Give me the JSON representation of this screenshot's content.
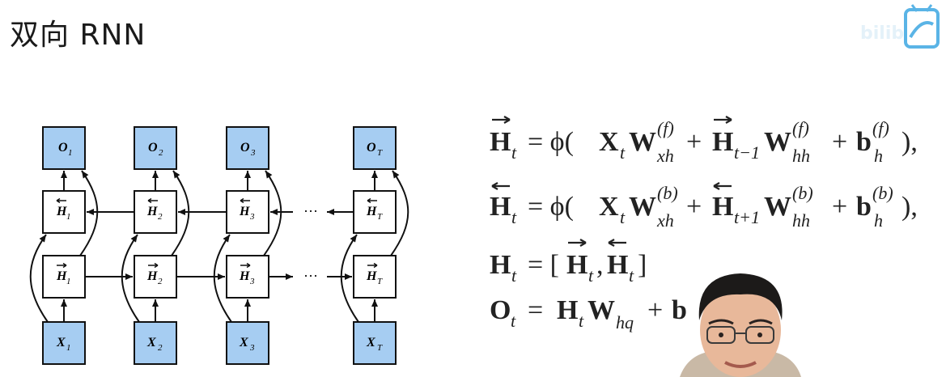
{
  "slide": {
    "title": "双向 RNN"
  },
  "watermark": {
    "brand": "bilibili",
    "icon": "bilibili-tv-icon",
    "accent": "#5ab4e6"
  },
  "diagram": {
    "steps": [
      {
        "o": "O",
        "o_sub": "1",
        "h": "H",
        "h_sub": "1",
        "x": "X",
        "x_sub": "1"
      },
      {
        "o": "O",
        "o_sub": "2",
        "h": "H",
        "h_sub": "2",
        "x": "X",
        "x_sub": "2"
      },
      {
        "o": "O",
        "o_sub": "3",
        "h": "H",
        "h_sub": "3",
        "x": "X",
        "x_sub": "3"
      },
      {
        "o": "O",
        "o_sub": "T",
        "h": "H",
        "h_sub": "T",
        "x": "X",
        "x_sub": "T"
      }
    ],
    "ellipsis": "···",
    "colors": {
      "io_box": "#a6cdf2",
      "hidden_box": "#ffffff",
      "stroke": "#111111"
    }
  },
  "formulas": {
    "eq1": {
      "lhs": "H",
      "lhs_sub": "t",
      "eq": "= ϕ(",
      "x": "X",
      "x_sub": "t",
      "w": "W",
      "w_sup": "(f)",
      "w_sub": "xh",
      "plus1": "+",
      "h": "H",
      "h_sub": "t−1",
      "w2": "W",
      "w2_sup": "(f)",
      "w2_sub": "hh",
      "plus2": "+",
      "b": "b",
      "b_sup": "(f)",
      "b_sub": "h",
      "end": "),",
      "arrow": "right"
    },
    "eq2": {
      "lhs": "H",
      "lhs_sub": "t",
      "eq": "= ϕ(",
      "x": "X",
      "x_sub": "t",
      "w": "W",
      "w_sup": "(b)",
      "w_sub": "xh",
      "plus1": "+",
      "h": "H",
      "h_sub": "t+1",
      "w2": "W",
      "w2_sup": "(b)",
      "w2_sub": "hh",
      "plus2": "+",
      "b": "b",
      "b_sup": "(b)",
      "b_sub": "h",
      "end": "),",
      "arrow": "left"
    },
    "eq3": {
      "lhs": "H",
      "lhs_sub": "t",
      "eq": "= [",
      "h1": "H",
      "h1_sub": "t",
      "comma": ",",
      "h2": "H",
      "h2_sub": "t",
      "end": "]"
    },
    "eq4": {
      "lhs": "O",
      "lhs_sub": "t",
      "eq": "=",
      "h": "H",
      "h_sub": "t",
      "w": "W",
      "w_sub": "hq",
      "plus": "+",
      "b": "b"
    }
  },
  "presenter": {
    "skin": "#e8b89a",
    "hair": "#1c1a19",
    "shirt": "#c9b9a6"
  }
}
